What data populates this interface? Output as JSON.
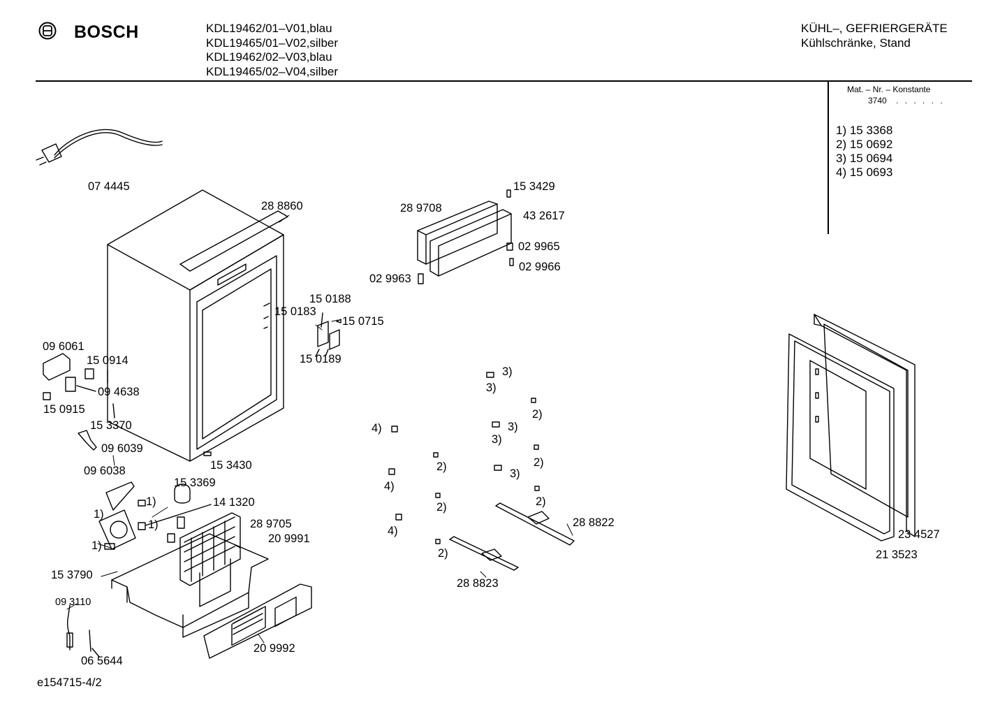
{
  "header": {
    "brand": "BOSCH",
    "models": [
      "KDL19462/01–V01,blau",
      "KDL19465/01–V02,silber",
      "KDL19462/02–V03,blau",
      "KDL19465/02–V04,silber"
    ],
    "category": [
      "KÜHL–, GEFRIERGERÄTE",
      "Kühlschränke, Stand"
    ]
  },
  "material": {
    "label": "Mat. – Nr. – Konstante",
    "number": "3740",
    "dots": ". . . . . ."
  },
  "notes": [
    "1)  15 3368",
    "2)  15 0692",
    "3)  15 0694",
    "4)  15 0693"
  ],
  "labels": [
    "07 4445",
    "28 8860",
    "28 9708",
    "15 3429",
    "43 2617",
    "02 9965",
    "02 9966",
    "02 9963",
    "15 0188",
    "15 0183",
    "15 0715",
    "15 0189",
    "09 6061",
    "15 0914",
    "09 4638",
    "15 0915",
    "15 3370",
    "09 6039",
    "15 3430",
    "09 6038",
    "15 3369",
    "1)",
    "14 1320",
    "1)",
    "1)",
    "28 9705",
    "1)",
    "20 9991",
    "15 3790",
    "09 3110",
    "06 5644",
    "20 9992",
    "3)",
    "3)",
    "2)",
    "4)",
    "3)",
    "3)",
    "2)",
    "2)",
    "4)",
    "3)",
    "2)",
    "2)",
    "4)",
    "28 8822",
    "2)",
    "28 8823",
    "23 4527",
    "21 3523"
  ],
  "footer": "e154715-4/2"
}
